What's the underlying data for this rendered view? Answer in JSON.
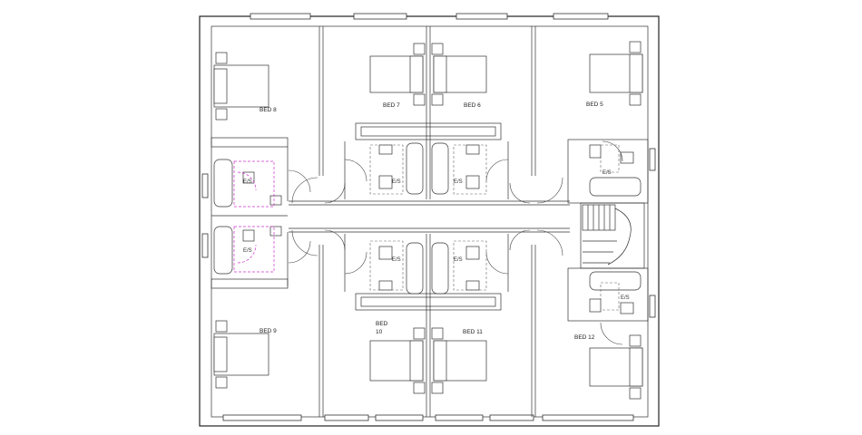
{
  "rooms": {
    "bed5": "BED 5",
    "bed6": "BED 6",
    "bed7": "BED 7",
    "bed8": "BED 8",
    "bed9": "BED 9",
    "bed10_line1": "BED",
    "bed10_line2": "10",
    "bed11": "BED 11",
    "bed12": "BED 12"
  },
  "ensuite_label": "E/S"
}
